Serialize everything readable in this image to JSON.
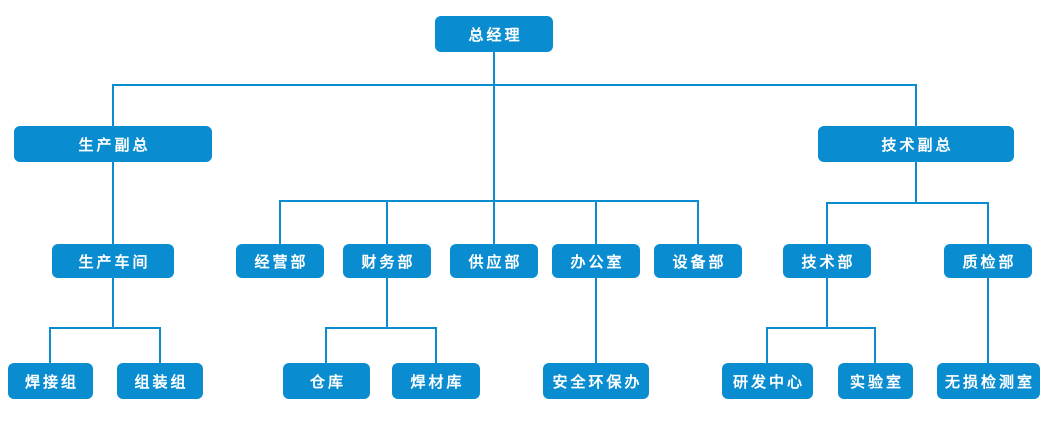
{
  "org_chart": {
    "accent_color": "#0a8cd0",
    "text_color": "#ffffff",
    "background_color": "#ffffff",
    "nodes": [
      {
        "id": "general-manager",
        "label": "总经理",
        "level": 1,
        "parent": null
      },
      {
        "id": "production-vp",
        "label": "生产副总",
        "level": 2,
        "parent": "general-manager"
      },
      {
        "id": "technical-vp",
        "label": "技术副总",
        "level": 2,
        "parent": "general-manager"
      },
      {
        "id": "production-workshop",
        "label": "生产车间",
        "level": 3,
        "parent": "production-vp"
      },
      {
        "id": "business-dept",
        "label": "经营部",
        "level": 3,
        "parent": "general-manager"
      },
      {
        "id": "finance-dept",
        "label": "财务部",
        "level": 3,
        "parent": "general-manager"
      },
      {
        "id": "supply-dept",
        "label": "供应部",
        "level": 3,
        "parent": "general-manager"
      },
      {
        "id": "office",
        "label": "办公室",
        "level": 3,
        "parent": "general-manager"
      },
      {
        "id": "equipment-dept",
        "label": "设备部",
        "level": 3,
        "parent": "general-manager"
      },
      {
        "id": "technology-dept",
        "label": "技术部",
        "level": 3,
        "parent": "technical-vp"
      },
      {
        "id": "quality-inspection-dept",
        "label": "质检部",
        "level": 3,
        "parent": "technical-vp"
      },
      {
        "id": "welding-group",
        "label": "焊接组",
        "level": 4,
        "parent": "production-workshop"
      },
      {
        "id": "assembly-group",
        "label": "组装组",
        "level": 4,
        "parent": "production-workshop"
      },
      {
        "id": "warehouse",
        "label": "仓库",
        "level": 4,
        "parent": "finance-dept"
      },
      {
        "id": "welding-material-warehouse",
        "label": "焊材库",
        "level": 4,
        "parent": "finance-dept"
      },
      {
        "id": "safety-environment-office",
        "label": "安全环保办",
        "level": 4,
        "parent": "office"
      },
      {
        "id": "rd-center",
        "label": "研发中心",
        "level": 4,
        "parent": "technology-dept"
      },
      {
        "id": "laboratory",
        "label": "实验室",
        "level": 4,
        "parent": "technology-dept"
      },
      {
        "id": "ndt-room",
        "label": "无损检测室",
        "level": 4,
        "parent": "quality-inspection-dept"
      }
    ]
  }
}
